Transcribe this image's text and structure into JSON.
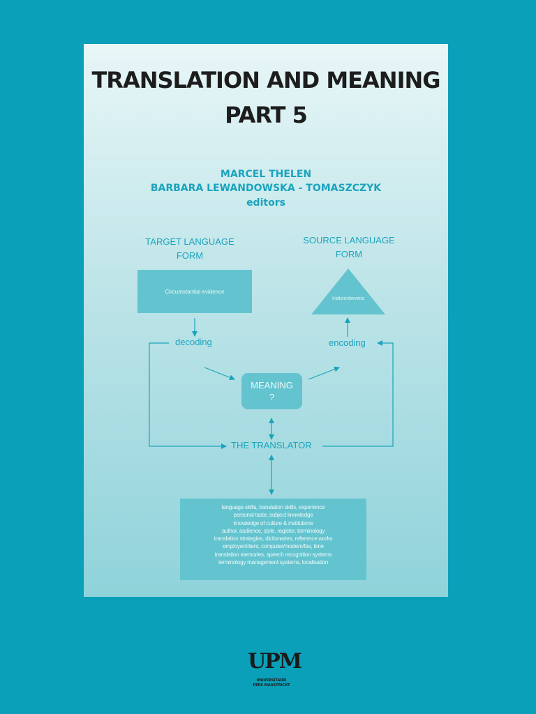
{
  "cover": {
    "title_line1": "TRANSLATION AND MEANING",
    "title_line2": "PART 5",
    "editors": [
      "MARCEL THELEN",
      "BARBARA LEWANDOWSKA - TOMASZCZYK",
      "editors"
    ]
  },
  "diagram": {
    "target_label_line1": "TARGET  LANGUAGE",
    "target_label_line2": "FORM",
    "source_label_line1": "SOURCE  LANGUAGE",
    "source_label_line2": "FORM",
    "target_box_text": "Circumstantial evidence",
    "source_triangle_text": "Indizienbeweis",
    "decoding": "decoding",
    "encoding": "encoding",
    "meaning_line1": "MEANING",
    "meaning_line2": "?",
    "translator": "THE TRANSLATOR",
    "knowledge_lines": [
      "language skills, translation skills, experience",
      "personal taste, subject knowledge",
      "knowledge of culture & institutions",
      "author, audience, style, register, terminology",
      "translation strategies, dictionaries, reference works",
      "employer/client, computer/modem/fax, time",
      "translation memories, speech recognition systems",
      "terminology management systems, localisation"
    ],
    "accent_color": "#1aa3bd",
    "box_color": "#63c4cf"
  },
  "publisher": {
    "logo_mark": "UPM",
    "logo_line1": "UNIVERSITAIRE",
    "logo_line2": "PERS MAASTRICHT"
  },
  "colors": {
    "background": "#0aa0b9",
    "title": "#1d1d1d"
  }
}
